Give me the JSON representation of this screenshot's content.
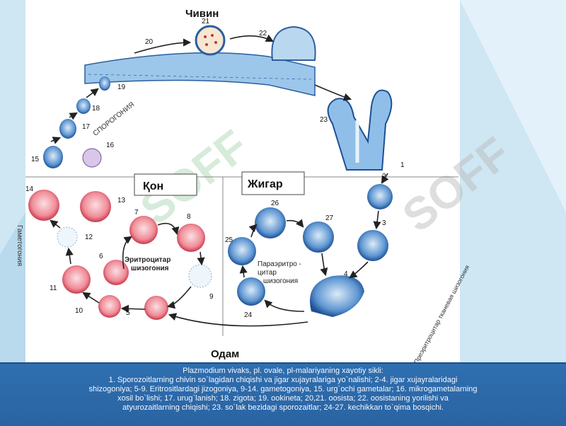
{
  "diagram": {
    "top_label": "Чивин",
    "bottom_label": "Одам",
    "blood_label": "Қон",
    "liver_label": "Жигар",
    "sporogony_label": "СПОРОГОНИЯ",
    "gametogony_label": "Гаметогония",
    "erythro_label_1": "Эритроцитар",
    "erythro_label_2": "шизогония",
    "para_label_1": "Параэритро -",
    "para_label_2": "цитар",
    "para_label_3": "шизогония",
    "pre_label": "Преэритроцитар тканевая шизогония",
    "watermark": "SOFF",
    "numbers": [
      "1",
      "2",
      "3",
      "4",
      "5",
      "6",
      "7",
      "8",
      "9",
      "10",
      "11",
      "12",
      "13",
      "14",
      "15",
      "16",
      "17",
      "18",
      "19",
      "20",
      "21",
      "22",
      "23",
      "24",
      "25",
      "26",
      "27"
    ]
  },
  "caption": {
    "title": "Plazmodium vivaks, pl. ovale, pl-malariyaning xayotiy sikli:",
    "lines": [
      "1. Sporozoitlarning chivin so`lagidan chiqishi va jigar xujayralariga yo`nalishi; 2-4. jigar xujayralaridagi",
      "shizogoniya; 5-9. Eritrositlardagi jizogoniya, 9-14. gametogoniya, 15. urg`ochi gametalar; 16. mikrogametalarning",
      "xosil bo`lishi; 17. urug`lanish; 18. zigota; 19. ookineta; 20,21. oosista; 22. oosistaning yorilishi va",
      "atyurozaitlarning chiqishi; 23. so`lak bezidagi sporozaitlar; 24-27. kechikkan to`qima bosqichi."
    ]
  },
  "colors": {
    "caption_bg": "#2a63a2",
    "cell_red": "#e05a6a",
    "cell_blue": "#2e6fb8",
    "arrow": "#222222"
  }
}
